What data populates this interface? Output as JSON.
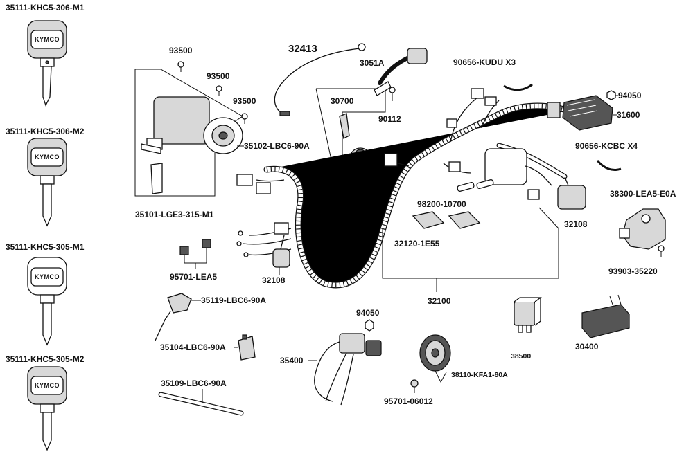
{
  "parts": {
    "key_m1": "35111-KHC5-306-M1",
    "key_m2": "35111-KHC5-306-M2",
    "key_305_m1": "35111-KHC5-305-M1",
    "key_305_m2": "35111-KHC5-305-M2",
    "key_brand": "KYMCO",
    "screw_a": "93500",
    "screw_b": "93500",
    "screw_c": "93500",
    "ignition_switch": "35102-LBC6-90A",
    "lock_set": "35101-LGE3-315-M1",
    "ground_cable": "32413",
    "plug_cap": "3051A",
    "cap_seal": "30700",
    "bolt_90112": "90112",
    "band_x3": "90656-KUDU X3",
    "nut_94050_top": "94050",
    "regulator": "31600",
    "band_x4": "90656-KCBC X4",
    "switch_38300": "38300-LEA5-E0A",
    "screw_93903": "93903-35220",
    "fuse": "98200-10700",
    "fuse_holder": "32120-1E55",
    "subharness_right": "32108",
    "subharness_left": "32108",
    "harness_main": "32100",
    "bulb_socket": "95701-LEA5",
    "switch_35119": "35119-LBC6-90A",
    "switch_35104": "35104-LBC6-90A",
    "cable_35109": "35109-LBC6-90A",
    "nut_94050_mid": "94050",
    "harness_35400": "35400",
    "horn": "38110-KFA1-80A",
    "bolt_95701": "95701-06012",
    "relay": "38500",
    "cdi_unit": "30400"
  }
}
